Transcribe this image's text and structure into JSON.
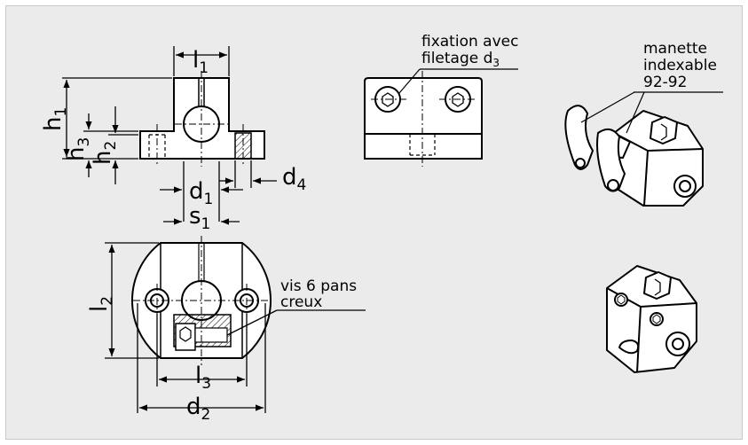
{
  "colors": {
    "panel_background": "#ebebeb",
    "part_fill": "#ffffff",
    "hatch": "#000000"
  },
  "dimensions": {
    "l1": {
      "base": "l",
      "sub": "1"
    },
    "h1": {
      "base": "h",
      "sub": "1"
    },
    "h3": {
      "base": "h",
      "sub": "3"
    },
    "h2": {
      "base": "h",
      "sub": "2"
    },
    "d1": {
      "base": "d",
      "sub": "1"
    },
    "d4": {
      "base": "d",
      "sub": "4"
    },
    "s1": {
      "base": "s",
      "sub": "1"
    },
    "l2": {
      "base": "l",
      "sub": "2"
    },
    "l3": {
      "base": "l",
      "sub": "3"
    },
    "d2": {
      "base": "d",
      "sub": "2"
    }
  },
  "callouts": {
    "fixation_line1": "fixation avec",
    "fixation_line2_prefix": "filetage d",
    "fixation_line2_sub": "3",
    "lever_line1": "manette",
    "lever_line2": "indexable",
    "lever_line3": "92-92",
    "screw_line1": "vis 6 pans",
    "screw_line2": "creux"
  }
}
